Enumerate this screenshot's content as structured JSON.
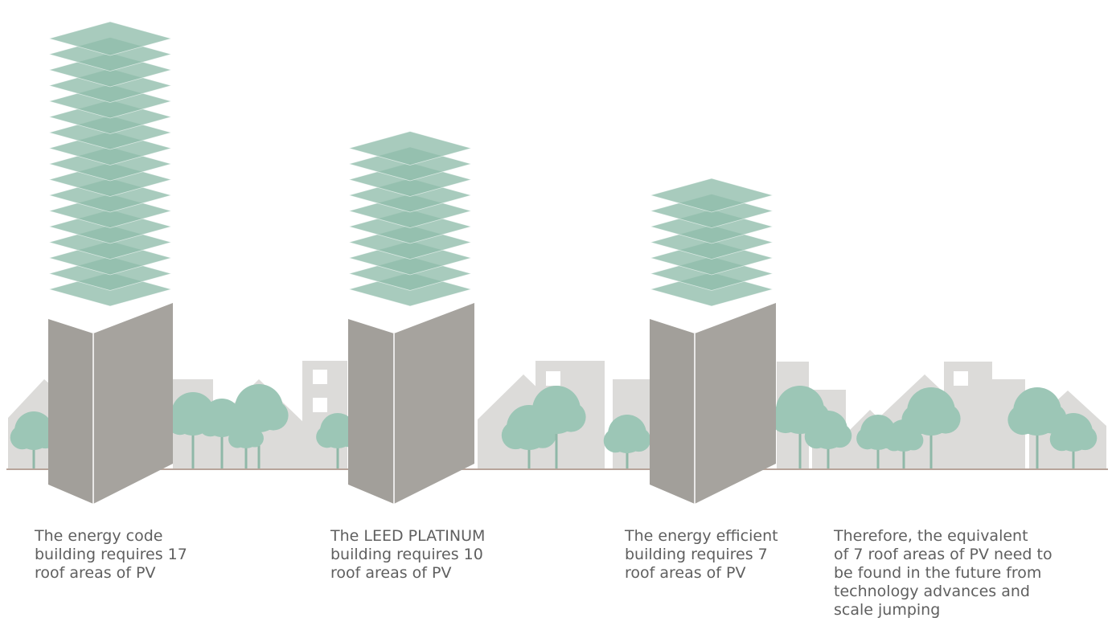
{
  "colors": {
    "background": "#ffffff",
    "ground_line": "#b7a49a",
    "background_buildings": "#dcdbd9",
    "window": "#ffffff",
    "tree_foliage": "#9cc6b6",
    "tree_trunk": "#8fb8a8",
    "building_front": "#a29f9a",
    "building_side": "#a6a39e",
    "building_edge": "#ffffff",
    "pv_layer": "#8fbcab",
    "caption_text": "#5f5f5f"
  },
  "buildings": [
    {
      "name": "energy-code-building",
      "pv_layers": 17,
      "caption": "The energy code\nbuilding requires 17\nroof areas of PV"
    },
    {
      "name": "leed-platinum-building",
      "pv_layers": 10,
      "caption": "The LEED PLATINUM\nbuilding requires 10\nroof areas of PV"
    },
    {
      "name": "energy-efficient-building",
      "pv_layers": 7,
      "caption": "The energy efficient\nbuilding requires 7\nroof areas of PV"
    }
  ],
  "conclusion": {
    "caption": "Therefore, the equivalent\nof 7 roof areas of PV need to\nbe found in the future from\ntechnology advances and\nscale jumping"
  },
  "icons": {
    "tree": "tree-icon",
    "house": "house-icon",
    "pv_layer": "solar-panel-layer-icon"
  }
}
